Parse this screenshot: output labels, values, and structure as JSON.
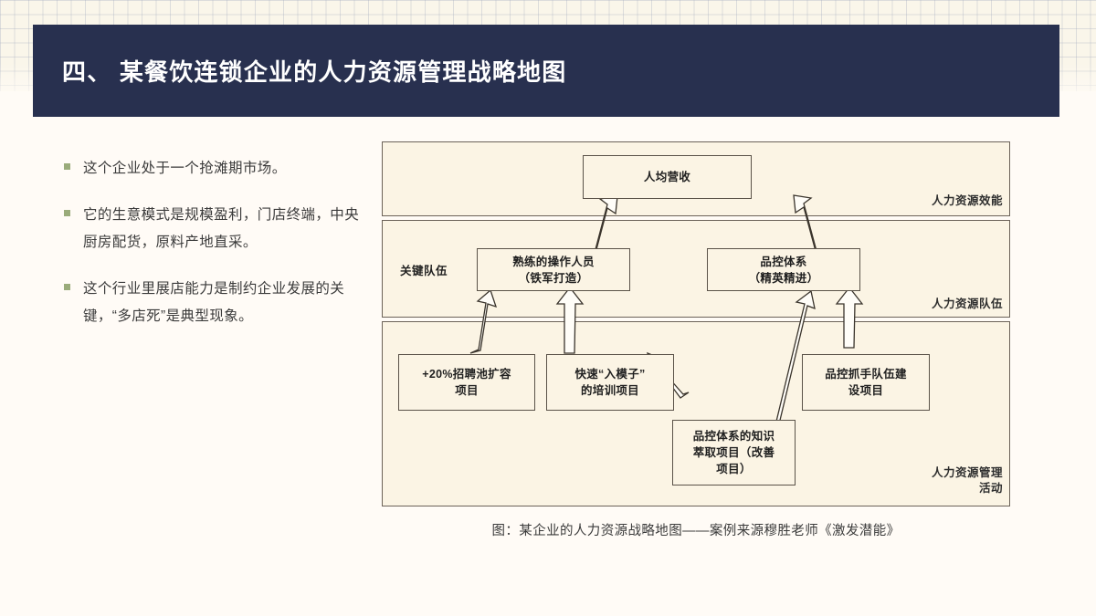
{
  "slide": {
    "title": "四、 某餐饮连锁企业的人力资源管理战略地图",
    "background_color": "#fffbf6",
    "header_color": "#28304f",
    "bullet_color": "#9aab7a",
    "panel_fill": "#fbf4e4"
  },
  "bullets": [
    {
      "text": "这个企业处于一个抢滩期市场。"
    },
    {
      "text": "它的生意模式是规模盈利，门店终端，中央厨房配货，原料产地直采。"
    },
    {
      "text": "这个行业里展店能力是制约企业发展的关键，“多店死”是典型现象。"
    }
  ],
  "diagram": {
    "bands": [
      {
        "id": "effectiveness",
        "label": "人力资源效能"
      },
      {
        "id": "workforce",
        "label": "人力资源队伍"
      },
      {
        "id": "activities",
        "label": "人力资源管理\n活动"
      }
    ],
    "side_label": "关键队伍",
    "nodes": {
      "revenue_per_capita": "人均营收",
      "skilled_operators": "熟练的操作人员\n（铁军打造）",
      "quality_system": "品控体系\n（精英精进）",
      "recruiting_pool": "+20%招聘池扩容\n项目",
      "fast_training": "快速“入模子”\n的培训项目",
      "knowledge_extraction": "品控体系的知识\n萃取项目（改善\n项目）",
      "quality_team_building": "品控抓手队伍建\n设项目"
    },
    "edges": [
      {
        "from": "skilled_operators",
        "to": "revenue_per_capita"
      },
      {
        "from": "quality_system",
        "to": "revenue_per_capita"
      },
      {
        "from": "recruiting_pool",
        "to": "skilled_operators"
      },
      {
        "from": "fast_training",
        "to": "skilled_operators"
      },
      {
        "from": "knowledge_extraction",
        "to": "quality_system"
      },
      {
        "from": "quality_team_building",
        "to": "quality_system"
      },
      {
        "from": "fast_training",
        "to": "knowledge_extraction"
      }
    ]
  },
  "caption": "图：某企业的人力资源战略地图——案例来源穆胜老师《激发潜能》"
}
